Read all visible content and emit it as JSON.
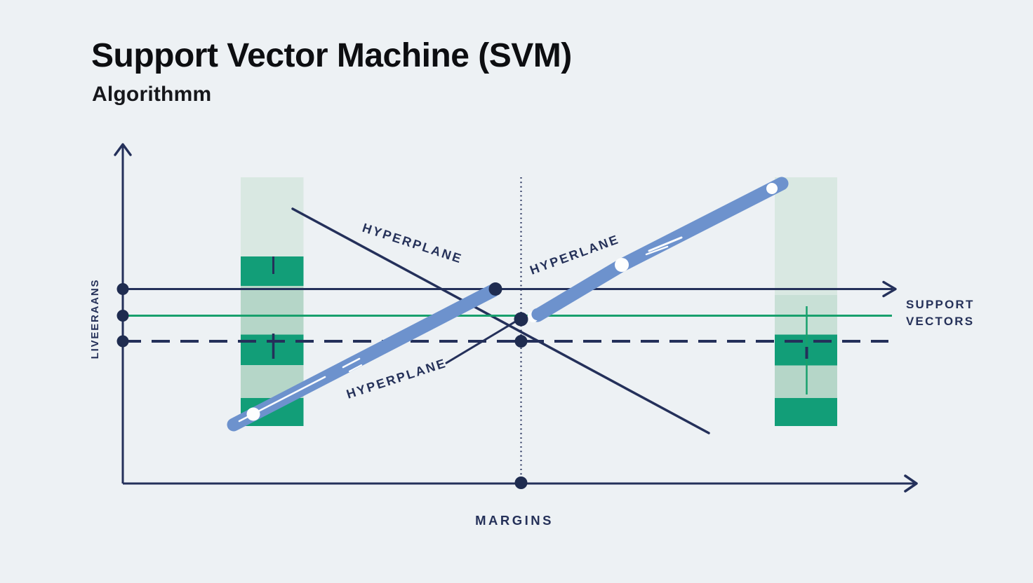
{
  "header": {
    "title": "Support Vector Machine (SVM)",
    "subtitle": "Algorithmm"
  },
  "diagram": {
    "y_axis_label": "LIVEERAANS",
    "x_axis_label": "MARGINS",
    "labels": {
      "hyperplane_top": "HYPERPLANE",
      "hyperplane_middle": "HYPERLANE",
      "hyperplane_bottom": "HYPERPLANE",
      "support_vectors": {
        "line1": "SUPPORT",
        "line2": "VECTORS"
      }
    },
    "colors": {
      "background": "#edf1f4",
      "navy": "#24305a",
      "green_line": "#18a06d",
      "bar_dark_green": "#129e78",
      "bar_medium_green": "#b5d6c8",
      "bar_pale_green": "#d9e8e2",
      "bar_pale_green_2": "#c8e0d6",
      "hyperplane_blue": "#6d92cd",
      "dot_navy": "#1f2c50",
      "highlight_white": "#fbfdfe",
      "title_text": "#0d0e11"
    }
  }
}
